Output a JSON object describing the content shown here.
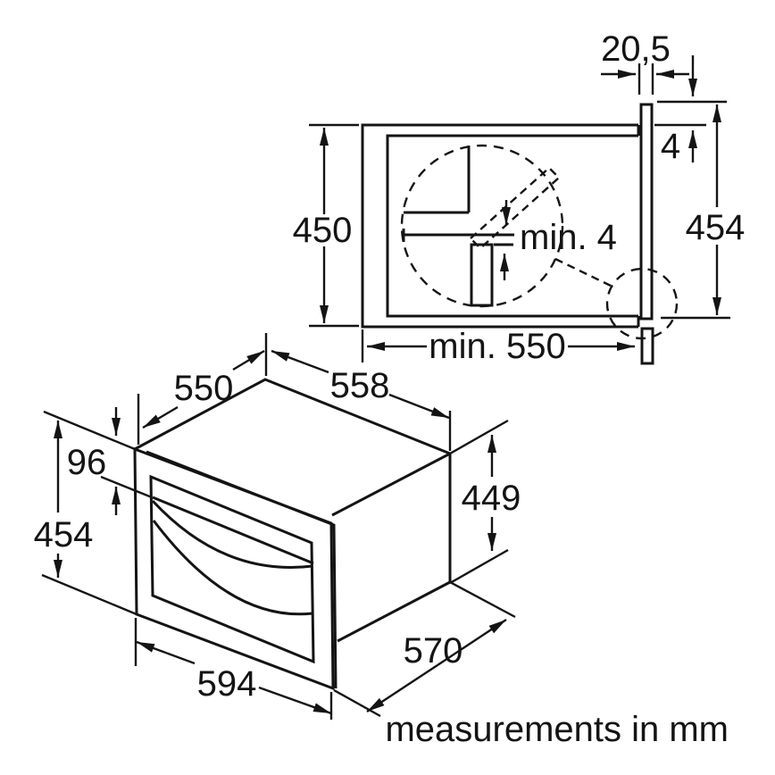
{
  "colors": {
    "ink": "#141414",
    "background": "#ffffff"
  },
  "unit_note": "measurements in mm",
  "niche_section": {
    "labels": {
      "fascia_thickness": "20,5",
      "top_overlap": "4",
      "right_height": "454",
      "niche_height": "450",
      "min_depth": "min. 550",
      "min_clearance": "min. 4"
    }
  },
  "oven_view": {
    "labels": {
      "depth": "550",
      "top_width": "558",
      "control_panel_height": "96",
      "front_height": "454",
      "carcass_height": "449",
      "front_width": "594",
      "carcass_depth": "570"
    }
  }
}
